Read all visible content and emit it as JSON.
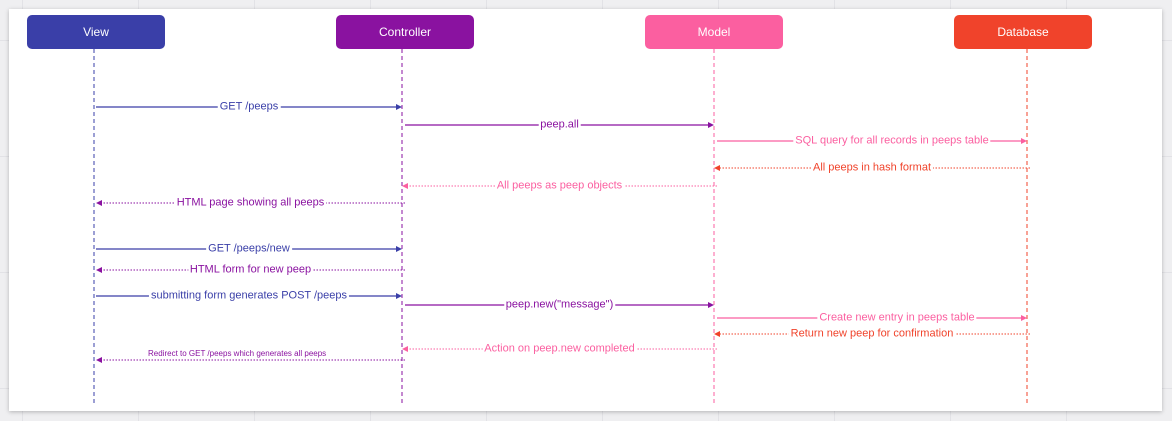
{
  "actors": [
    {
      "id": "view",
      "label": "View",
      "color": "#3a3fa8"
    },
    {
      "id": "controller",
      "label": "Controller",
      "color": "#8a12a0"
    },
    {
      "id": "model",
      "label": "Model",
      "color": "#fb5fa0"
    },
    {
      "id": "database",
      "label": "Database",
      "color": "#f0432b"
    }
  ],
  "messages": [
    {
      "label": "GET /peeps",
      "color": "#3a3fa8",
      "style": "solid",
      "from": "view",
      "to": "controller"
    },
    {
      "label": "peep.all",
      "color": "#8a12a0",
      "style": "solid",
      "from": "controller",
      "to": "model"
    },
    {
      "label": "SQL query for all records in peeps table",
      "color": "#fb5fa0",
      "style": "solid",
      "from": "model",
      "to": "database"
    },
    {
      "label": "All peeps in hash format",
      "color": "#f0432b",
      "style": "dotted",
      "from": "database",
      "to": "model"
    },
    {
      "label": "All peeps as peep objects",
      "color": "#fb5fa0",
      "style": "dotted",
      "from": "model",
      "to": "controller"
    },
    {
      "label": "HTML page showing all peeps",
      "color": "#8a12a0",
      "style": "dotted",
      "from": "controller",
      "to": "view"
    },
    {
      "label": "GET /peeps/new",
      "color": "#3a3fa8",
      "style": "solid",
      "from": "view",
      "to": "controller"
    },
    {
      "label": "HTML form for new peep",
      "color": "#8a12a0",
      "style": "dotted",
      "from": "controller",
      "to": "view"
    },
    {
      "label": "submitting form generates POST /peeps",
      "color": "#3a3fa8",
      "style": "solid",
      "from": "view",
      "to": "controller"
    },
    {
      "label": "peep.new(\"message\")",
      "color": "#8a12a0",
      "style": "solid",
      "from": "controller",
      "to": "model"
    },
    {
      "label": "Create new entry in peeps table",
      "color": "#fb5fa0",
      "style": "solid",
      "from": "model",
      "to": "database"
    },
    {
      "label": "Return new peep for confirmation",
      "color": "#f0432b",
      "style": "dotted",
      "from": "database",
      "to": "model"
    },
    {
      "label": "Action on peep.new completed",
      "color": "#fb5fa0",
      "style": "dotted",
      "from": "model",
      "to": "controller"
    },
    {
      "label": "Redirect to GET /peeps which generates all peeps",
      "color": "#8a12a0",
      "style": "dotted",
      "from": "controller",
      "to": "view"
    }
  ]
}
